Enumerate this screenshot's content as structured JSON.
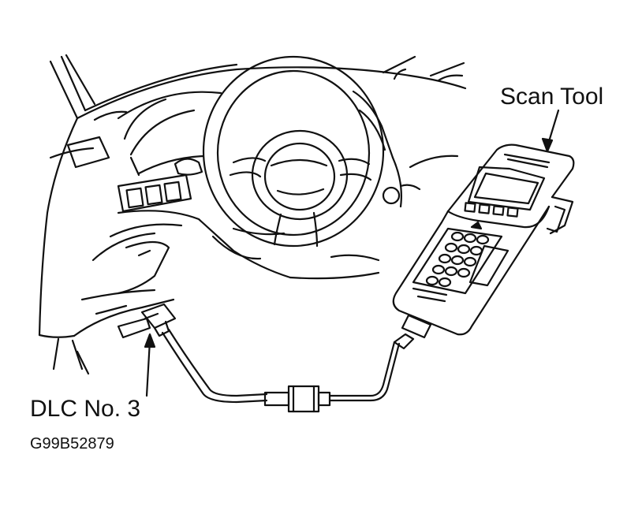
{
  "labels": {
    "scan_tool": "Scan Tool",
    "dlc": "DLC No. 3",
    "figure_code": "G99B52879"
  },
  "colors": {
    "ink": "#111111",
    "paper": "#ffffff"
  }
}
